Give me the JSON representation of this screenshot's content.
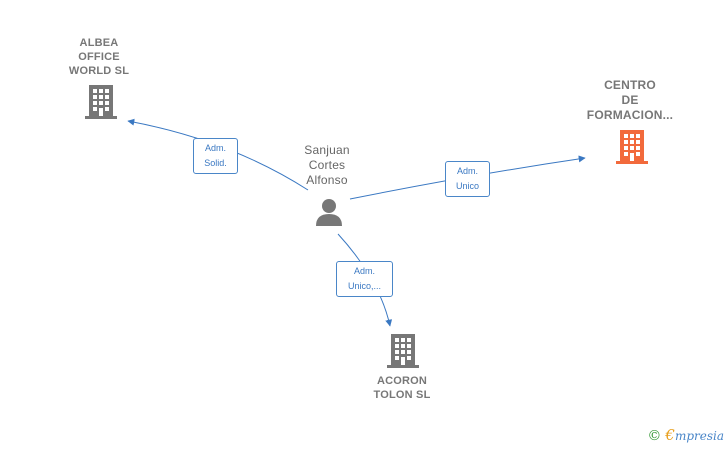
{
  "nodes": {
    "albea": {
      "label": "ALBEA\nOFFICE\nWORLD SL",
      "icon": "building-icon",
      "color": "#777777"
    },
    "centro": {
      "label": "CENTRO\nDE\nFORMACION...",
      "icon": "building-icon",
      "color": "#f26a3c"
    },
    "person": {
      "label": "Sanjuan\nCortes\nAlfonso",
      "icon": "person-icon",
      "color": "#777777"
    },
    "acoron": {
      "label": "ACORON\nTOLON  SL",
      "icon": "building-icon",
      "color": "#777777"
    }
  },
  "edges": {
    "to_albea": {
      "label": "Adm.\nSolid."
    },
    "to_centro": {
      "label": "Adm.\nUnico"
    },
    "to_acoron": {
      "label": "Adm.\nUnico,..."
    }
  },
  "footer": {
    "copyright": "©",
    "brand_first": "€",
    "brand_rest": "mpresia"
  },
  "colors": {
    "edge": "#3a78c2",
    "highlight": "#f26a3c",
    "neutral": "#777777"
  }
}
